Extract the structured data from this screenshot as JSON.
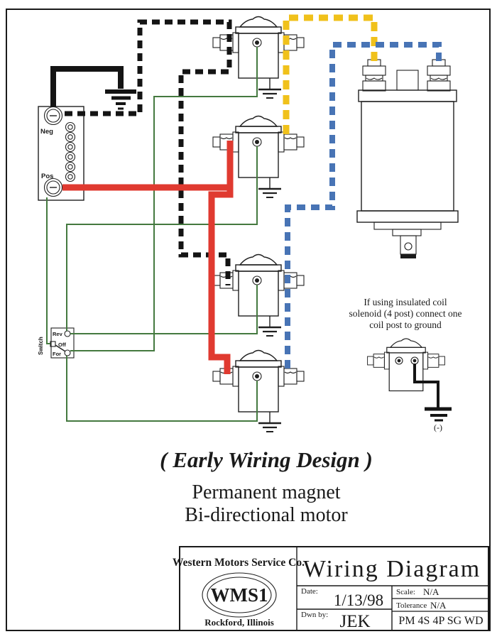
{
  "colors": {
    "ink": "#1a1a1a",
    "wire_black": "#141414",
    "wire_red": "#e03a30",
    "wire_green": "#44793f",
    "wire_yellow": "#f0c11b",
    "wire_blue": "#4874b5"
  },
  "battery_block": {
    "neg_label": "Neg",
    "pos_label": "Pos"
  },
  "switch": {
    "label": "Switch",
    "positions": [
      "Rev",
      "Off",
      "For"
    ]
  },
  "note": {
    "lines": [
      "If using insulated coil",
      "solenoid (4 post) connect one",
      "coil post to ground"
    ]
  },
  "small_solenoid": {
    "ground_label": "(-)"
  },
  "captions": {
    "design": "( Early Wiring Design )",
    "line2": "Permanent magnet",
    "line3": "Bi-directional motor"
  },
  "title_block": {
    "company": "Western Motors Service Co.",
    "logo": "WMS1",
    "city": "Rockford, Illinois",
    "drawing_title": "Wiring Diagram",
    "date_label": "Date:",
    "date_value": "1/13/98",
    "scale_label": "Scale:",
    "scale_value": "N/A",
    "tolerance_label": "Tolerance",
    "tolerance_value": "N/A",
    "drawn_by_label": "Dwn by:",
    "drawn_by_value": "JEK",
    "drawing_code": "PM 4S 4P SG WD"
  }
}
